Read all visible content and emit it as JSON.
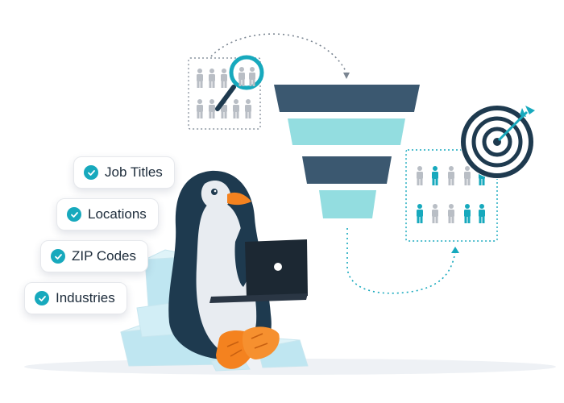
{
  "filters": [
    {
      "label": "Job Titles"
    },
    {
      "label": "Locations"
    },
    {
      "label": "ZIP Codes"
    },
    {
      "label": "Industries"
    }
  ],
  "icons": {
    "check": "check-icon",
    "search": "magnifier-icon",
    "target": "target-icon",
    "person": "person-icon"
  },
  "colors": {
    "teal": "#17a9bd",
    "funnel_dark": "#3b5870",
    "funnel_light": "#93dde0",
    "navy": "#1e3a4f",
    "orange": "#f4821f",
    "gray_person": "#b9bec5"
  }
}
